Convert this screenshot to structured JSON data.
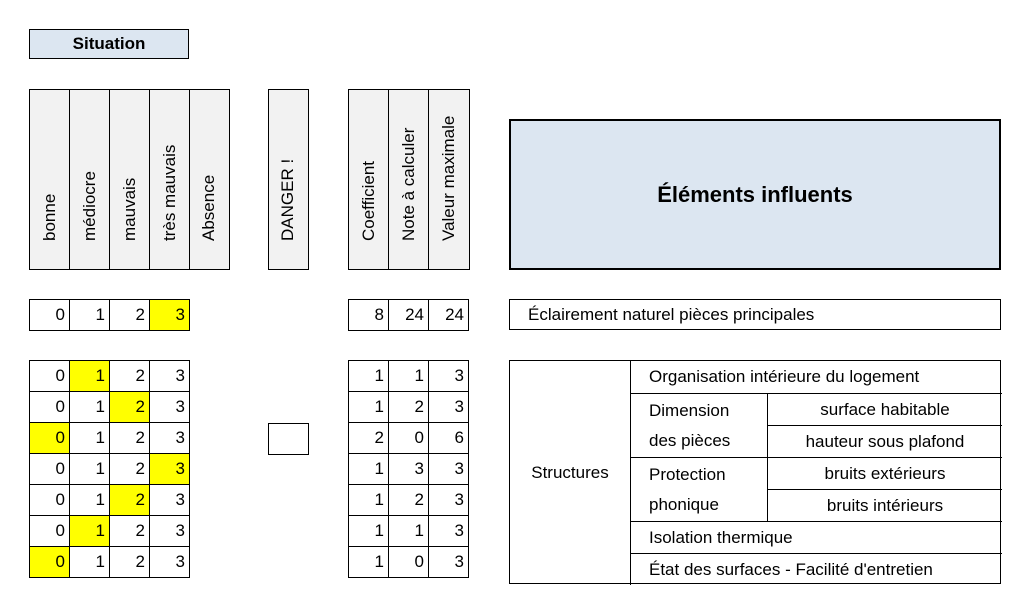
{
  "situation_label": "Situation",
  "quality_headers": [
    "bonne",
    "médiocre",
    "mauvais",
    "très mauvais",
    "Absence"
  ],
  "danger_header": "DANGER !",
  "score_headers": [
    "Coefficient",
    "Note à calculer",
    "Valeur maximale"
  ],
  "elements_title": "Éléments influents",
  "eclairement": {
    "label": "Éclairement naturel pièces principales",
    "quality": [
      "0",
      "1",
      "2",
      "3"
    ],
    "selected_index": 3,
    "coefficient": "8",
    "note": "24",
    "max": "24"
  },
  "structures_label": "Structures",
  "rows": [
    {
      "quality": [
        "0",
        "1",
        "2",
        "3"
      ],
      "selected_index": 1,
      "coefficient": "1",
      "note": "1",
      "max": "3"
    },
    {
      "quality": [
        "0",
        "1",
        "2",
        "3"
      ],
      "selected_index": 2,
      "coefficient": "1",
      "note": "2",
      "max": "3"
    },
    {
      "quality": [
        "0",
        "1",
        "2",
        "3"
      ],
      "selected_index": 0,
      "coefficient": "2",
      "note": "0",
      "max": "6"
    },
    {
      "quality": [
        "0",
        "1",
        "2",
        "3"
      ],
      "selected_index": 3,
      "coefficient": "1",
      "note": "3",
      "max": "3"
    },
    {
      "quality": [
        "0",
        "1",
        "2",
        "3"
      ],
      "selected_index": 2,
      "coefficient": "1",
      "note": "2",
      "max": "3"
    },
    {
      "quality": [
        "0",
        "1",
        "2",
        "3"
      ],
      "selected_index": 1,
      "coefficient": "1",
      "note": "1",
      "max": "3"
    },
    {
      "quality": [
        "0",
        "1",
        "2",
        "3"
      ],
      "selected_index": 0,
      "coefficient": "1",
      "note": "0",
      "max": "3"
    }
  ],
  "structure_items": {
    "organisation": "Organisation intérieure du logement",
    "dimension_line1": "Dimension",
    "dimension_line2": "des pièces",
    "surface": "surface habitable",
    "hauteur": "hauteur sous plafond",
    "protection_line1": "Protection",
    "protection_line2": "phonique",
    "bruits_ext": "bruits extérieurs",
    "bruits_int": "bruits intérieurs",
    "isolation": "Isolation thermique",
    "etat": "État des surfaces - Facilité d'entretien"
  },
  "highlight_color": "#ffff00",
  "header_fill": "#dce6f1"
}
